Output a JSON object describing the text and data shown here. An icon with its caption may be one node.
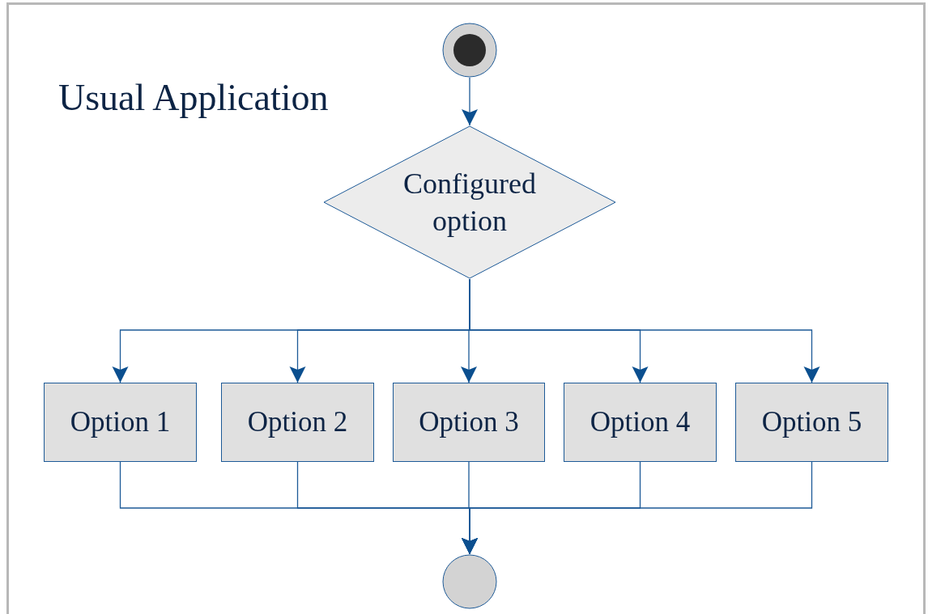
{
  "diagram": {
    "title": "Usual Application",
    "nodes": [
      {
        "text": [],
        "shape": "circle"
      },
      {
        "text": [
          "Configured option"
        ]
      },
      {
        "text": [
          "Option 1"
        ]
      },
      {
        "text": [
          "Option 2"
        ]
      },
      {
        "text": [
          "Option 3"
        ]
      },
      {
        "text": [
          "Option 4"
        ]
      },
      {
        "text": [
          "Option 5"
        ]
      },
      {
        "text": [],
        "shape": "circle"
      }
    ],
    "edges": [
      {
        "from": 0,
        "to": 1,
        "arrow": "to"
      },
      {
        "from": 1,
        "to": 2,
        "arrow": "to"
      },
      {
        "from": 1,
        "to": 3,
        "arrow": "to"
      },
      {
        "from": 1,
        "to": 4,
        "arrow": "to"
      },
      {
        "from": 1,
        "to": 5,
        "arrow": "to"
      },
      {
        "from": 1,
        "to": 6,
        "arrow": "to"
      },
      {
        "from": 2,
        "to": 7,
        "arrow": "to"
      },
      {
        "from": 3,
        "to": 7,
        "arrow": "to"
      },
      {
        "from": 4,
        "to": 7,
        "arrow": "to"
      },
      {
        "from": 5,
        "to": 7,
        "arrow": "to"
      },
      {
        "from": 6,
        "to": 7,
        "arrow": "to"
      }
    ]
  }
}
